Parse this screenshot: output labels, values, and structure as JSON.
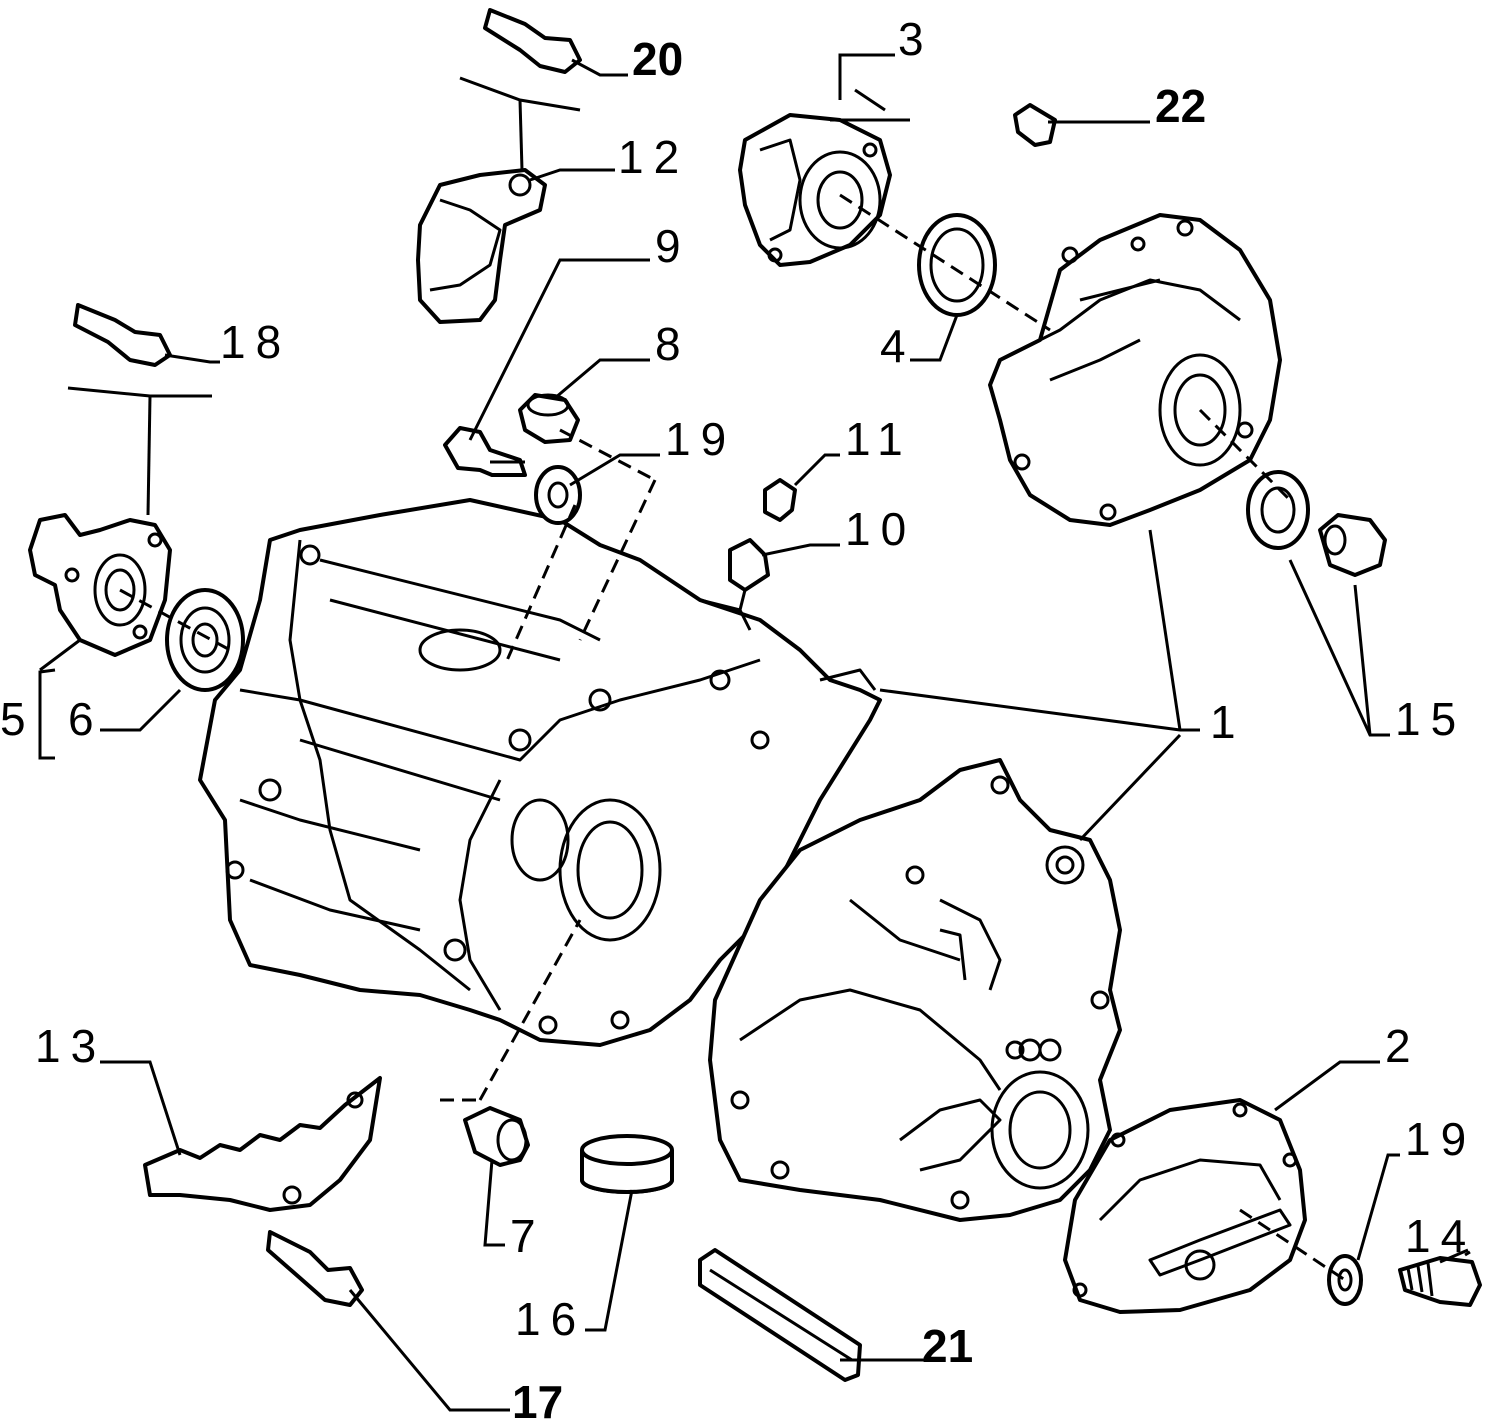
{
  "callouts": [
    {
      "id": "c1",
      "text": "1"
    },
    {
      "id": "c2",
      "text": "2"
    },
    {
      "id": "c3",
      "text": "3"
    },
    {
      "id": "c4",
      "text": "4"
    },
    {
      "id": "c5",
      "text": "5"
    },
    {
      "id": "c6",
      "text": "6"
    },
    {
      "id": "c7",
      "text": "7"
    },
    {
      "id": "c8",
      "text": "8"
    },
    {
      "id": "c9",
      "text": "9"
    },
    {
      "id": "c10",
      "text": "10"
    },
    {
      "id": "c11",
      "text": "11"
    },
    {
      "id": "c12",
      "text": "12"
    },
    {
      "id": "c13",
      "text": "13"
    },
    {
      "id": "c14",
      "text": "14"
    },
    {
      "id": "c15",
      "text": "15"
    },
    {
      "id": "c16",
      "text": "16"
    },
    {
      "id": "c17",
      "text": "17"
    },
    {
      "id": "c18",
      "text": "18"
    },
    {
      "id": "c19a",
      "text": "19"
    },
    {
      "id": "c19b",
      "text": "19"
    },
    {
      "id": "c20",
      "text": "20"
    },
    {
      "id": "c21",
      "text": "21"
    },
    {
      "id": "c22",
      "text": "22"
    }
  ]
}
